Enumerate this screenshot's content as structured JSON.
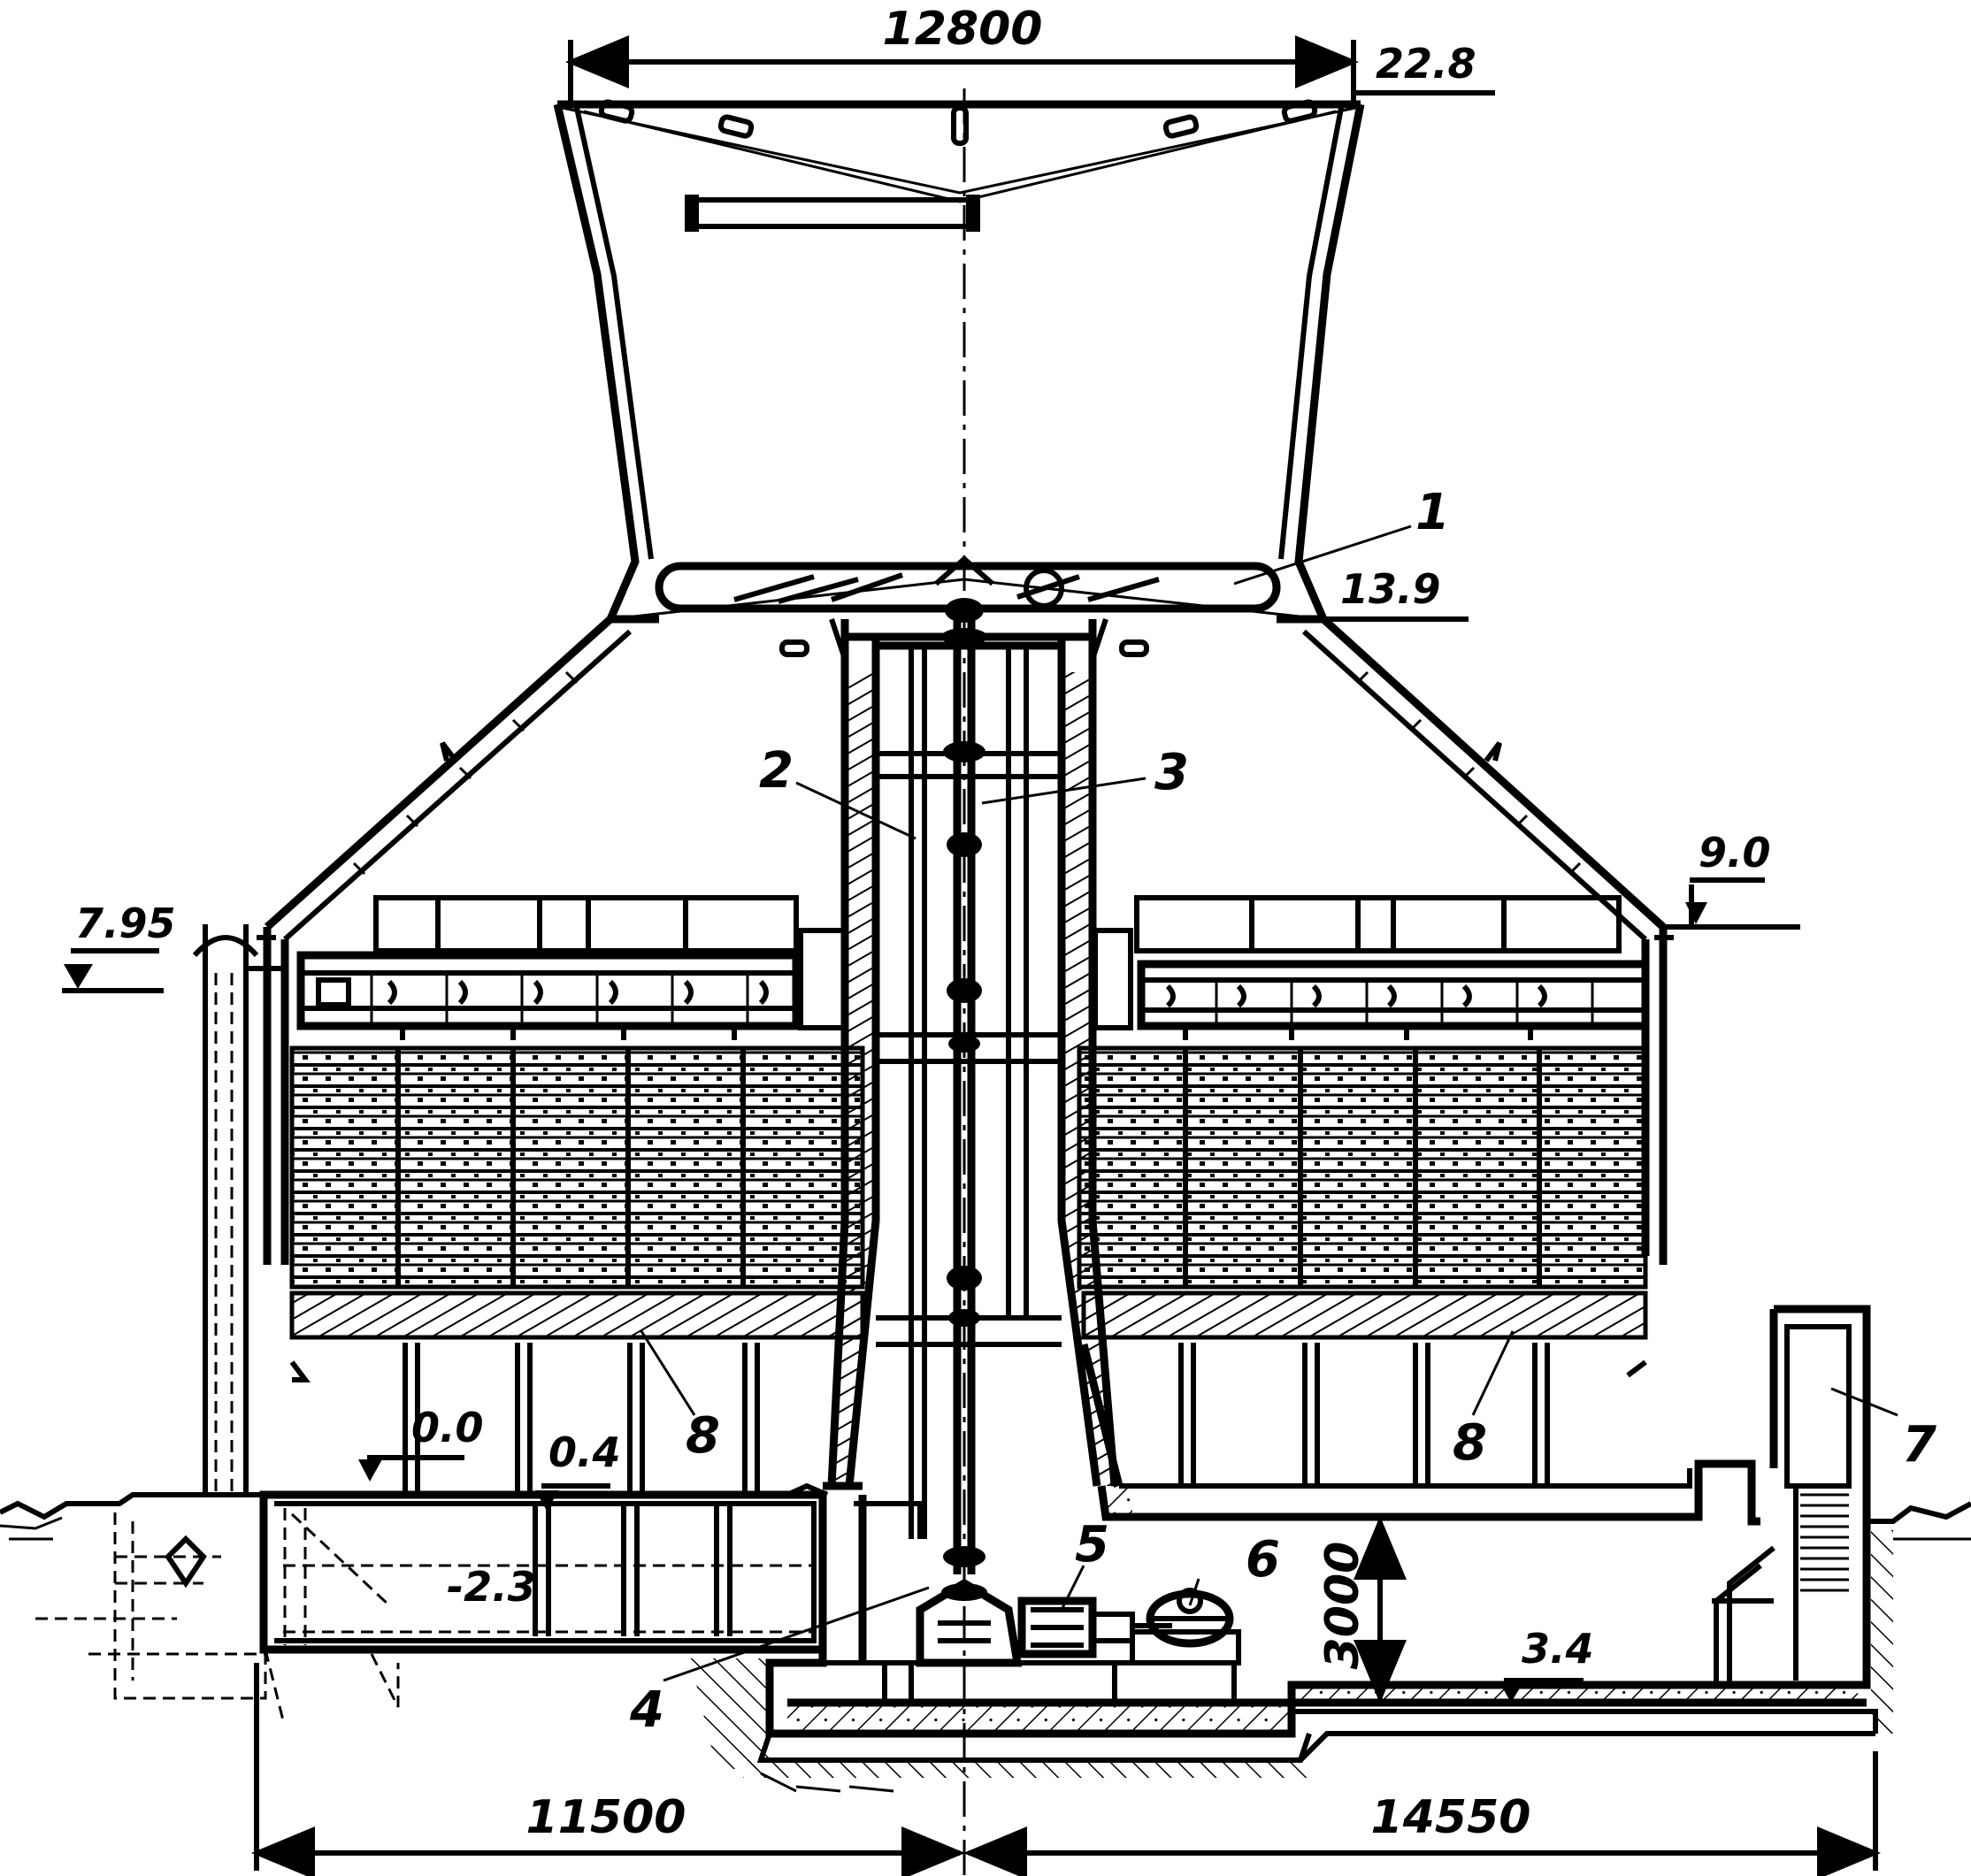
{
  "dimensions": {
    "top_width": "12800",
    "left_base": "11500",
    "right_base": "14550",
    "basement_height": "3000"
  },
  "elevations": {
    "top": "22.8",
    "fan_level": "13.9",
    "right_roof": "9.0",
    "left_roof": "7.95",
    "ground": "0.0",
    "basin_water": "0.4",
    "basin_bottom": "-2.3",
    "basement_floor": "3.4"
  },
  "callouts": {
    "c1": "1",
    "c2": "2",
    "c3": "3",
    "c4": "4",
    "c5": "5",
    "c6": "6",
    "c7": "7",
    "c8_left": "8",
    "c8_right": "8"
  }
}
